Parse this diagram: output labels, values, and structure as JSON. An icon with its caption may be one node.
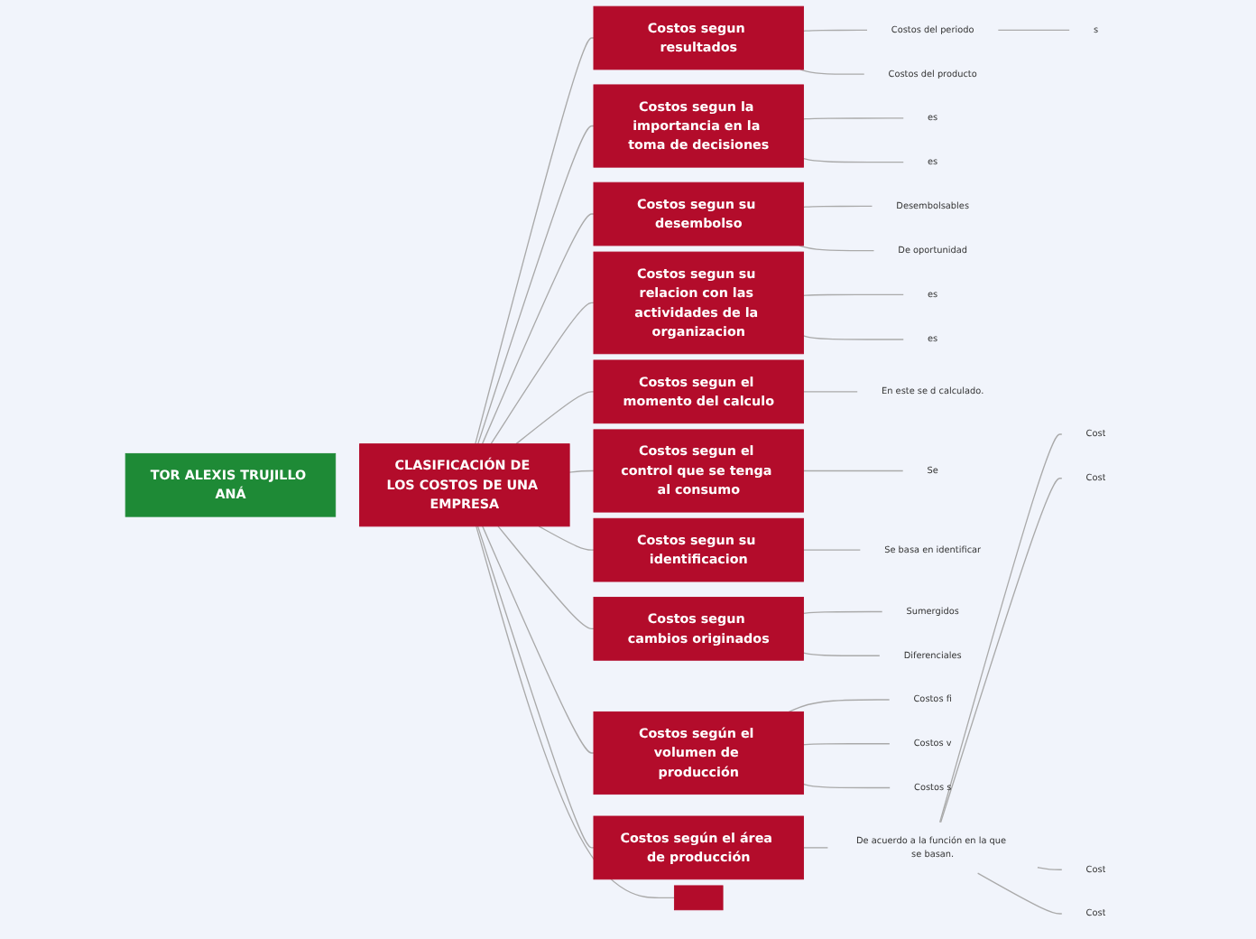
{
  "diagram": {
    "nodes": [
      {
        "text": [
          "TOR ALEXIS TRUJILLO ANÁ"
        ]
      },
      {
        "text": [
          "CLASIFICACIÓN DE LOS COSTOS DE UNA EMPRESA"
        ]
      },
      {
        "text": [
          "Costos segun resultados"
        ]
      },
      {
        "text": [
          "Costos del periodo"
        ]
      },
      {
        "text": [
          "s"
        ]
      },
      {
        "text": [
          "Costos del producto"
        ]
      },
      {
        "text": [
          "Costos segun la importancia en la toma de decisiones"
        ]
      },
      {
        "text": [
          "es"
        ]
      },
      {
        "text": [
          "es"
        ]
      },
      {
        "text": [
          "Costos segun su desembolso"
        ]
      },
      {
        "text": [
          "Desembolsables"
        ]
      },
      {
        "text": [
          "De oportunidad"
        ]
      },
      {
        "text": [
          "Costos segun su relacion con las actividades de la organizacion"
        ]
      },
      {
        "text": [
          "es"
        ]
      },
      {
        "text": [
          "es"
        ]
      },
      {
        "text": [
          "Costos segun el momento del calculo"
        ]
      },
      {
        "text": [
          "En este se d calculado."
        ]
      },
      {
        "text": [
          "Costos segun el control que se tenga al consumo"
        ]
      },
      {
        "text": [
          "Se"
        ]
      },
      {
        "text": [
          "Costos segun su identificacion"
        ]
      },
      {
        "text": [
          "Se basa en identificar"
        ]
      },
      {
        "text": [
          "Costos segun cambios originados"
        ]
      },
      {
        "text": [
          "Sumergidos"
        ]
      },
      {
        "text": [
          "Diferenciales"
        ]
      },
      {
        "text": [
          "Costos según el volumen de producción"
        ]
      },
      {
        "text": [
          "Costos fi"
        ]
      },
      {
        "text": [
          "Costos v"
        ]
      },
      {
        "text": [
          "Costos s"
        ]
      },
      {
        "text": [
          "Costos según el área de producción"
        ]
      },
      {
        "text": [
          "De acuerdo a la función en la que se basan."
        ]
      },
      {
        "text": [
          "Cost"
        ]
      },
      {
        "text": [
          "Cost"
        ]
      },
      {
        "text": [
          "Cost"
        ]
      },
      {
        "text": [
          "Cost"
        ]
      },
      {
        "text": [],
        "shape": "box"
      }
    ],
    "edges": [
      {
        "from": 1,
        "to": 2,
        "arrow": "none"
      },
      {
        "from": 2,
        "to": 3,
        "arrow": "none"
      },
      {
        "from": 3,
        "to": 4,
        "arrow": "none"
      },
      {
        "from": 2,
        "to": 5,
        "arrow": "none"
      },
      {
        "from": 1,
        "to": 6,
        "arrow": "none"
      },
      {
        "from": 6,
        "to": 7,
        "arrow": "none"
      },
      {
        "from": 6,
        "to": 8,
        "arrow": "none"
      },
      {
        "from": 1,
        "to": 9,
        "arrow": "none"
      },
      {
        "from": 9,
        "to": 10,
        "arrow": "none"
      },
      {
        "from": 9,
        "to": 11,
        "arrow": "none"
      },
      {
        "from": 1,
        "to": 12,
        "arrow": "none"
      },
      {
        "from": 12,
        "to": 13,
        "arrow": "none"
      },
      {
        "from": 12,
        "to": 14,
        "arrow": "none"
      },
      {
        "from": 1,
        "to": 15,
        "arrow": "none"
      },
      {
        "from": 15,
        "to": 16,
        "arrow": "none"
      },
      {
        "from": 1,
        "to": 17,
        "arrow": "none"
      },
      {
        "from": 17,
        "to": 18,
        "arrow": "none"
      },
      {
        "from": 1,
        "to": 19,
        "arrow": "none"
      },
      {
        "from": 19,
        "to": 20,
        "arrow": "none"
      },
      {
        "from": 1,
        "to": 21,
        "arrow": "none"
      },
      {
        "from": 21,
        "to": 22,
        "arrow": "none"
      },
      {
        "from": 21,
        "to": 23,
        "arrow": "none"
      },
      {
        "from": 1,
        "to": 24,
        "arrow": "none"
      },
      {
        "from": 24,
        "to": 25,
        "arrow": "none"
      },
      {
        "from": 24,
        "to": 26,
        "arrow": "none"
      },
      {
        "from": 24,
        "to": 27,
        "arrow": "none"
      },
      {
        "from": 1,
        "to": 28,
        "arrow": "none"
      },
      {
        "from": 28,
        "to": 29,
        "arrow": "none"
      },
      {
        "from": 29,
        "to": 30,
        "arrow": "none"
      },
      {
        "from": 29,
        "to": 31,
        "arrow": "none"
      },
      {
        "from": 29,
        "to": 32,
        "arrow": "none"
      },
      {
        "from": 29,
        "to": 33,
        "arrow": "none"
      },
      {
        "from": 1,
        "to": 34,
        "arrow": "none"
      }
    ]
  }
}
